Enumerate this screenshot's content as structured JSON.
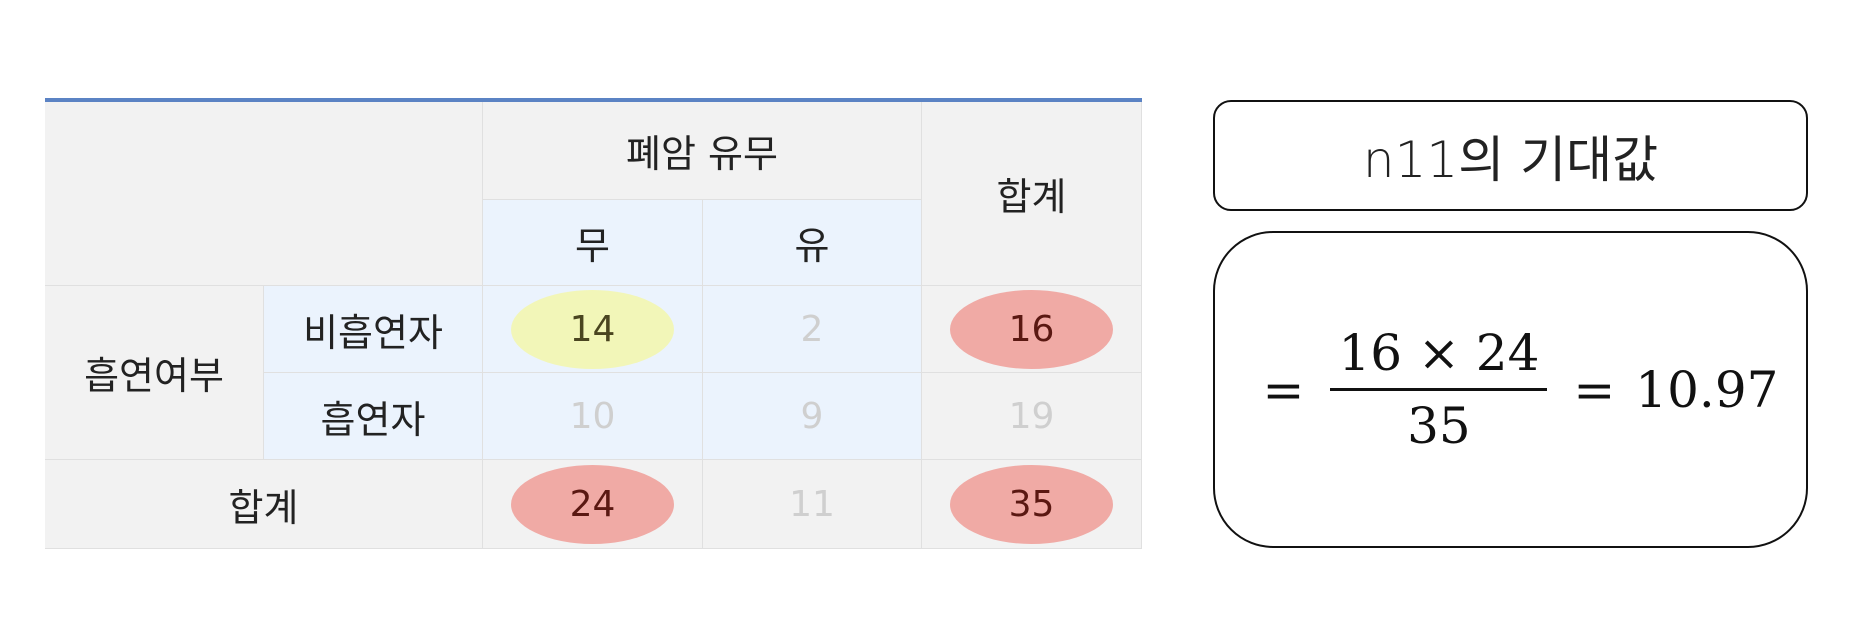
{
  "table": {
    "header_cancer": "폐암 유무",
    "header_total": "합계",
    "col_no": "무",
    "col_yes": "유",
    "row_group": "흡연여부",
    "row_nonsmoker": "비흡연자",
    "row_smoker": "흡연자",
    "row_total": "합계",
    "nonsmoker_no": "14",
    "nonsmoker_yes": "2",
    "nonsmoker_total": "16",
    "smoker_no": "10",
    "smoker_yes": "9",
    "smoker_total": "19",
    "total_no": "24",
    "total_yes": "11",
    "total_total": "35"
  },
  "highlight_colors": {
    "expected_cell": "#f2f6b8",
    "used_totals": "#f0aaa5",
    "table_top_border": "#5b83c4"
  },
  "expected_value": {
    "title_var": "n11",
    "title_suffix": "의 기대값",
    "eq1": "=",
    "numerator": "16 × 24",
    "denominator": "35",
    "eq2": "=",
    "result": "10.97"
  }
}
